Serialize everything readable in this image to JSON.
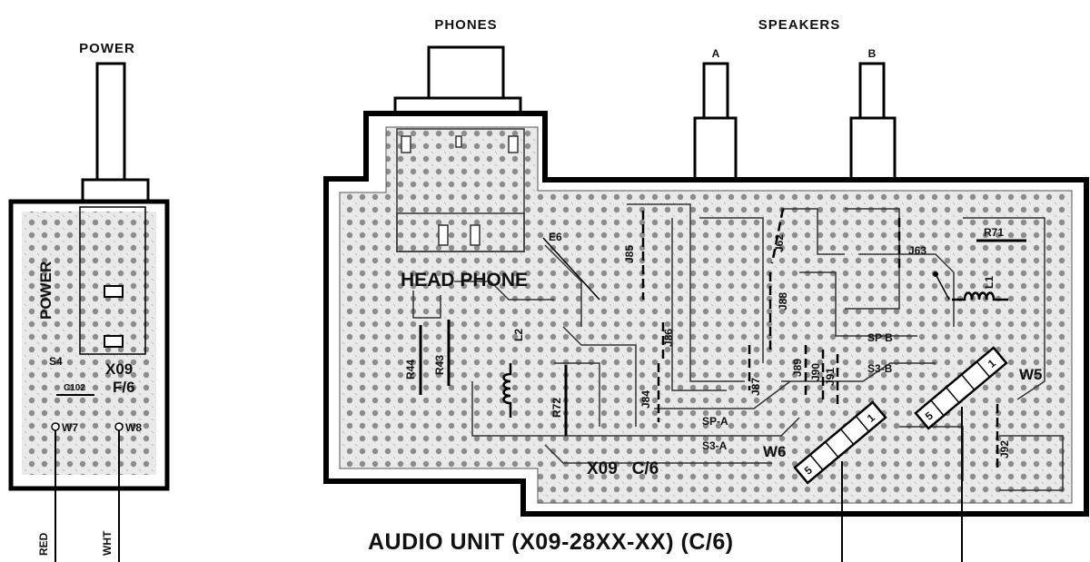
{
  "left_board": {
    "title": "POWER",
    "switch_label": "POWER",
    "ref": "S4",
    "cap": "C102",
    "unit_code": "X09",
    "unit_sub": "F/6",
    "w7": "W7",
    "w8": "W8",
    "wire_red": "RED",
    "wire_wht": "WHT"
  },
  "right_board": {
    "phones_title": "PHONES",
    "speakers_title": "SPEAKERS",
    "spk_a": "A",
    "spk_b": "B",
    "headphone_label": "HEAD PHONE",
    "e6": "E6",
    "r44": "R44",
    "r43": "R43",
    "l2": "L2",
    "r72": "R72",
    "j85": "J85",
    "j86": "J86",
    "j84": "J84",
    "j87": "J87",
    "j62": "J62",
    "j88": "J88",
    "j89": "J89",
    "j90": "J90",
    "j91": "J91",
    "j63": "J63",
    "r71": "R71",
    "l1": "L1",
    "sp_b": "SP B",
    "s3_b": "S3-B",
    "w5": "W5",
    "sp_a": "SP-A",
    "s3_a": "S3-A",
    "w6": "W6",
    "j92": "J92",
    "board_code": "X09   C/6",
    "conn1_left": "5",
    "conn1_right": "1",
    "conn2_left": "5",
    "conn2_right": "1"
  },
  "caption": "AUDIO UNIT (X09-28XX-XX) (C/6)"
}
